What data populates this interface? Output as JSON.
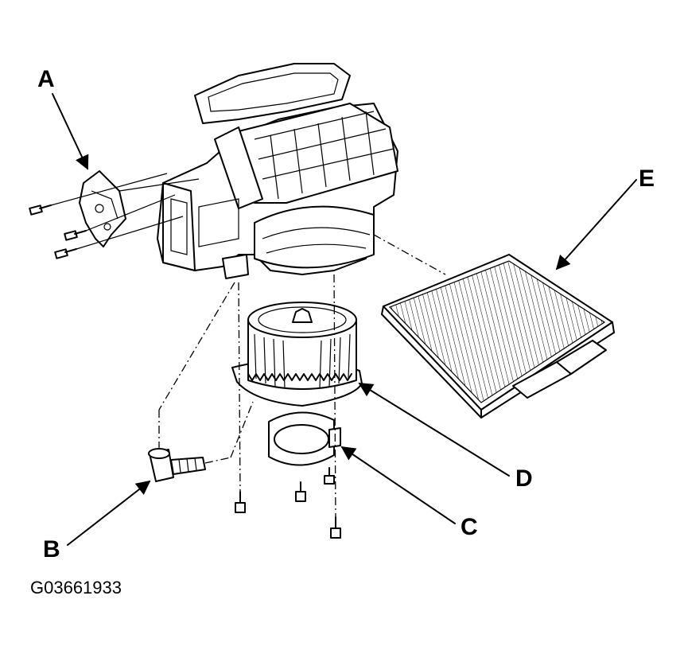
{
  "callouts": {
    "a": "A",
    "b": "B",
    "c": "C",
    "d": "D",
    "e": "E"
  },
  "figure_id": "G03661933"
}
